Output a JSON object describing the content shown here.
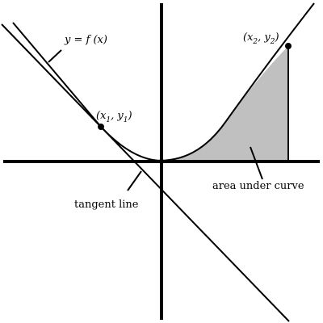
{
  "labels": {
    "function": "y = f (x)",
    "point1": {
      "open": "(",
      "x": "x",
      "x_sub": "1",
      "sep": ",  ",
      "y": "y",
      "y_sub": "1",
      "close": ")"
    },
    "point2": {
      "open": "(",
      "x": "x",
      "x_sub": "2",
      "sep": ",  ",
      "y": "y",
      "y_sub": "2",
      "close": ")"
    },
    "area": "area under curve",
    "tangent": "tangent line"
  },
  "colors": {
    "line": "#000000",
    "area_fill": "#c0c0c0",
    "background": "#ffffff"
  }
}
